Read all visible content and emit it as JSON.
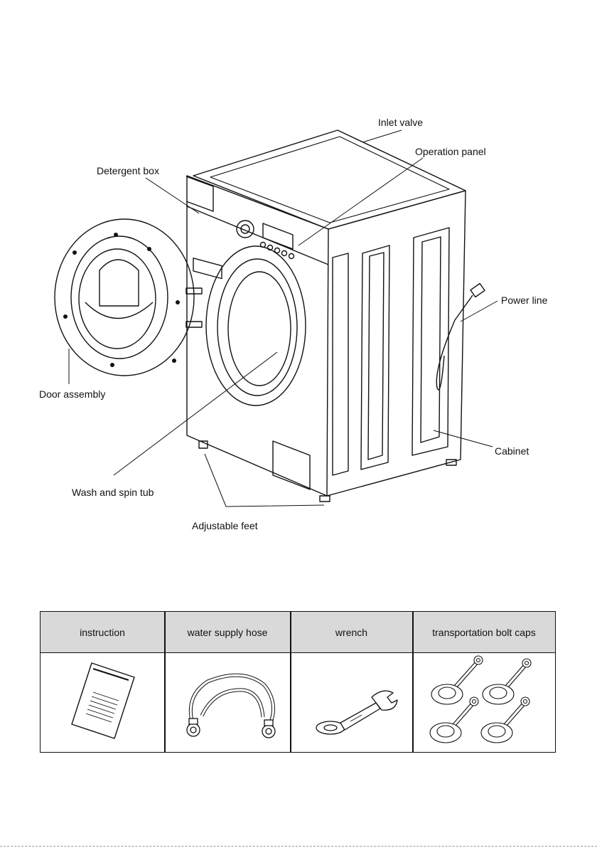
{
  "diagram": {
    "labels": {
      "inlet_valve": "Inlet valve",
      "operation_panel": "Operation panel",
      "detergent_box": "Detergent box",
      "power_line": "Power line",
      "door_assembly": "Door assembly",
      "cabinet": "Cabinet",
      "wash_and_spin_tub": "Wash and spin tub",
      "adjustable_feet": "Adjustable feet"
    }
  },
  "accessories": {
    "columns": [
      {
        "label": "instruction",
        "icon": "instruction-booklet-icon"
      },
      {
        "label": "water supply hose",
        "icon": "water-hose-icon"
      },
      {
        "label": "wrench",
        "icon": "wrench-icon"
      },
      {
        "label": "transportation bolt caps",
        "icon": "bolt-caps-icon"
      }
    ]
  },
  "colors": {
    "line": "#111111",
    "header_bg": "#d9d9d9"
  }
}
